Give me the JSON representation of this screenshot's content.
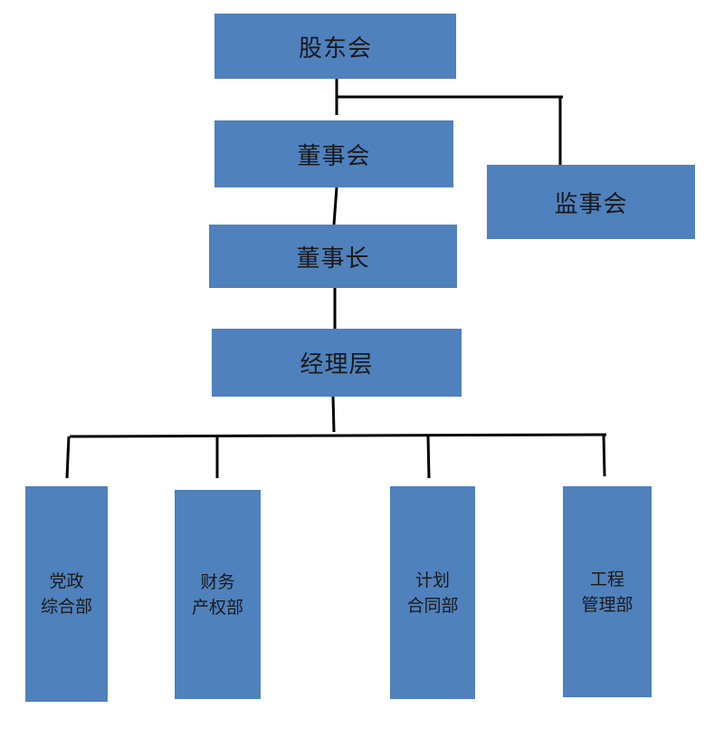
{
  "shareholders": {
    "label": "股东会"
  },
  "board": {
    "label": "董事会"
  },
  "supervisors": {
    "label": "监事会"
  },
  "chairman": {
    "label": "董事长"
  },
  "management": {
    "label": "经理层"
  },
  "departments": [
    {
      "line1": "党政",
      "line2": "综合部"
    },
    {
      "line1": "财务",
      "line2": "产权部"
    },
    {
      "line1": "计划",
      "line2": "合同部"
    },
    {
      "line1": "工程",
      "line2": "管理部"
    }
  ],
  "colors": {
    "box": "#4f81bd",
    "line": "#000000",
    "text": "#1a1a1a"
  }
}
